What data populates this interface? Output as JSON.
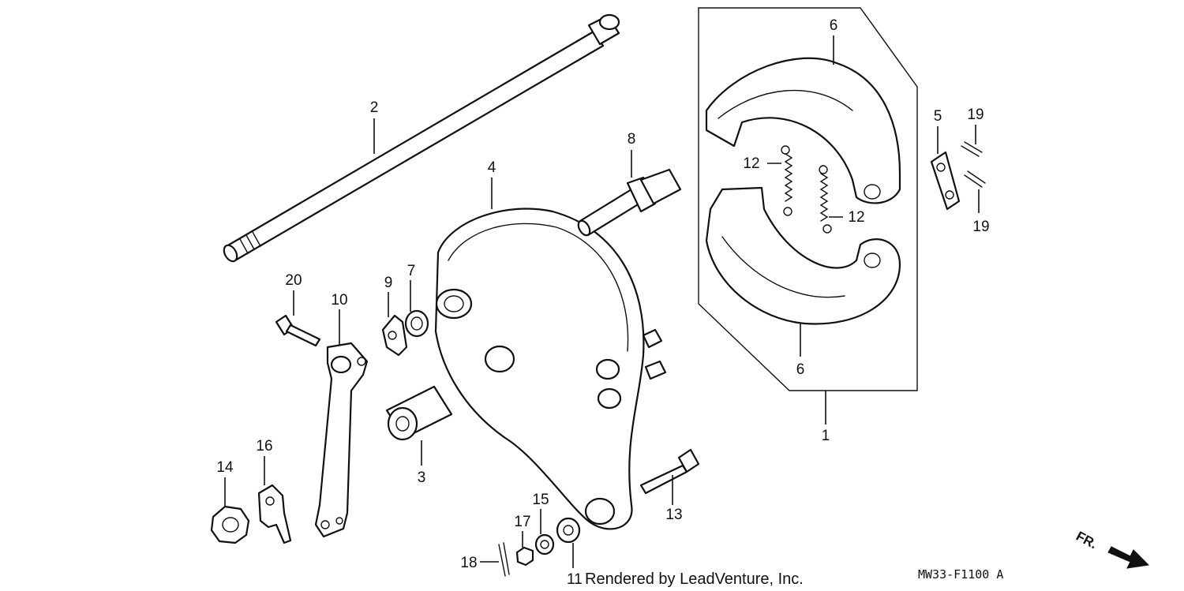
{
  "diagram": {
    "callouts": {
      "1": "1",
      "2": "2",
      "3": "3",
      "4": "4",
      "5": "5",
      "6a": "6",
      "6b": "6",
      "7": "7",
      "8": "8",
      "9": "9",
      "10": "10",
      "11": "11",
      "12a": "12",
      "12b": "12",
      "13": "13",
      "14": "14",
      "15": "15",
      "16": "16",
      "17": "17",
      "18": "18",
      "19a": "19",
      "19b": "19",
      "20": "20"
    },
    "credit": "Rendered by LeadVenture, Inc.",
    "diagram_code": "MW33-F1100 A",
    "direction_label": "FR."
  }
}
